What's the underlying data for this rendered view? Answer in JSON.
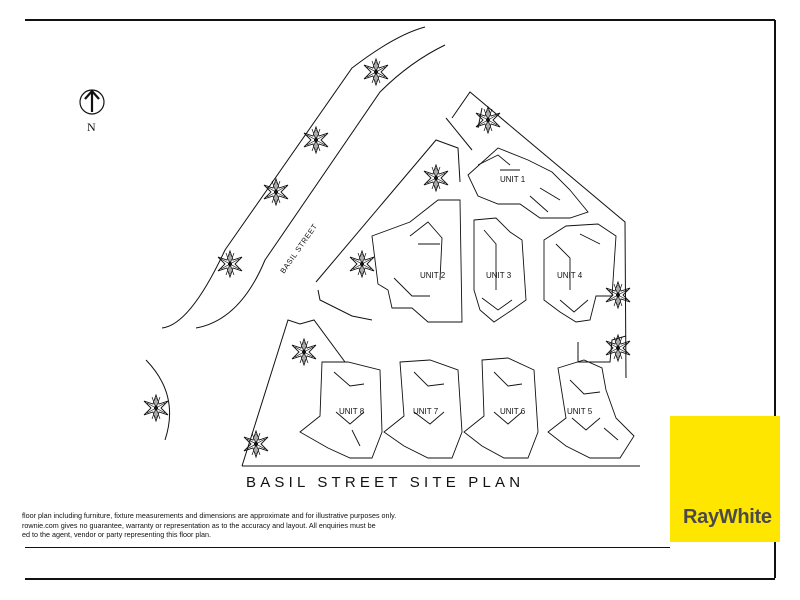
{
  "plan": {
    "title": "BASIL STREET SITE PLAN",
    "street_label": "BASIL STREET",
    "north_label": "N",
    "units": [
      "UNIT 1",
      "UNIT 2",
      "UNIT 3",
      "UNIT 4",
      "UNIT 5",
      "UNIT 6",
      "UNIT 7",
      "UNIT 8"
    ]
  },
  "disclaimer": {
    "line1": "floor plan including furniture, fixture measurements and dimensions are approximate and for illustrative purposes only.",
    "line2": "rownie.com gives no guarantee, warranty or representation as to the accuracy and layout. All enquiries must be",
    "line3": "ed to the agent, vendor or party representing this floor plan."
  },
  "brand": {
    "name": "RayWhite",
    "color": "#ffe600"
  }
}
